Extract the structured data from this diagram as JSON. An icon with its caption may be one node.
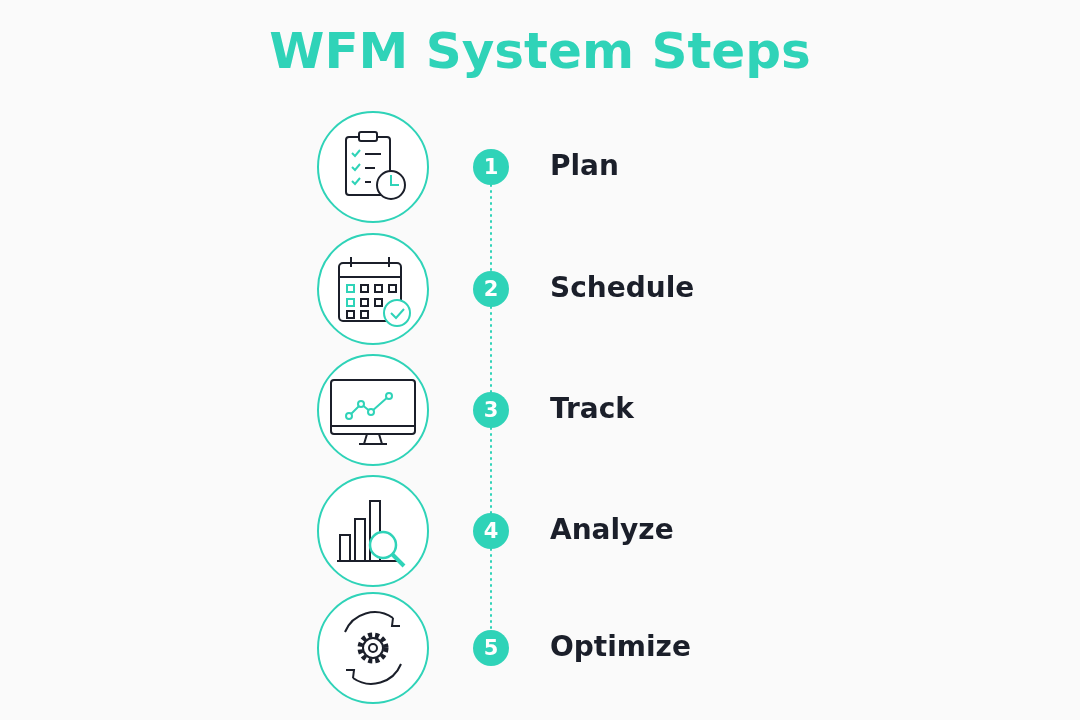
{
  "diagram": {
    "title": "WFM System Steps",
    "nodes": [
      {
        "text": [
          "1"
        ],
        "beside": [
          "Plan"
        ]
      },
      {
        "text": [
          "2"
        ],
        "beside": [
          "Schedule"
        ]
      },
      {
        "text": [
          "3"
        ],
        "beside": [
          "Track"
        ]
      },
      {
        "text": [
          "4"
        ],
        "beside": [
          "Analyze"
        ]
      },
      {
        "text": [
          "5"
        ],
        "beside": [
          "Optimize"
        ]
      }
    ],
    "edges": [
      {
        "from": 0,
        "to": 1,
        "arrow": "none",
        "style": "dashed"
      },
      {
        "from": 1,
        "to": 2,
        "arrow": "none",
        "style": "dashed"
      },
      {
        "from": 2,
        "to": 3,
        "arrow": "none",
        "style": "dashed"
      },
      {
        "from": 3,
        "to": 4,
        "arrow": "none",
        "style": "dashed"
      }
    ]
  }
}
